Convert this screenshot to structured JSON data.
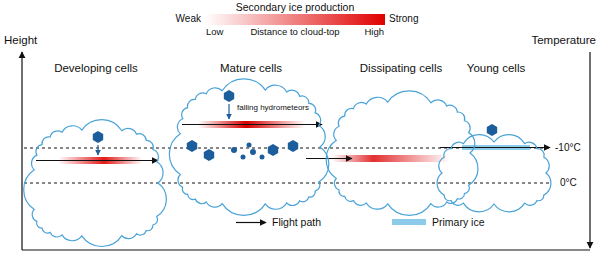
{
  "diagram": {
    "nodes": [
      {
        "text": [
          "Developing cells"
        ]
      },
      {
        "text": [
          "Mature cells",
          "falling hydrometeors"
        ]
      },
      {
        "text": [
          "Dissipating cells"
        ]
      },
      {
        "text": [
          "Young cells"
        ]
      }
    ],
    "labels": [
      "Secondary ice production",
      "Weak",
      "Strong",
      "Low",
      "Distance to cloud-top",
      "High",
      "Height",
      "Temperature",
      "-10°C",
      "0°C"
    ],
    "legend": [
      {
        "text": "Flight path"
      },
      {
        "text": "Primary ice",
        "color": "#8ccbea"
      }
    ]
  }
}
